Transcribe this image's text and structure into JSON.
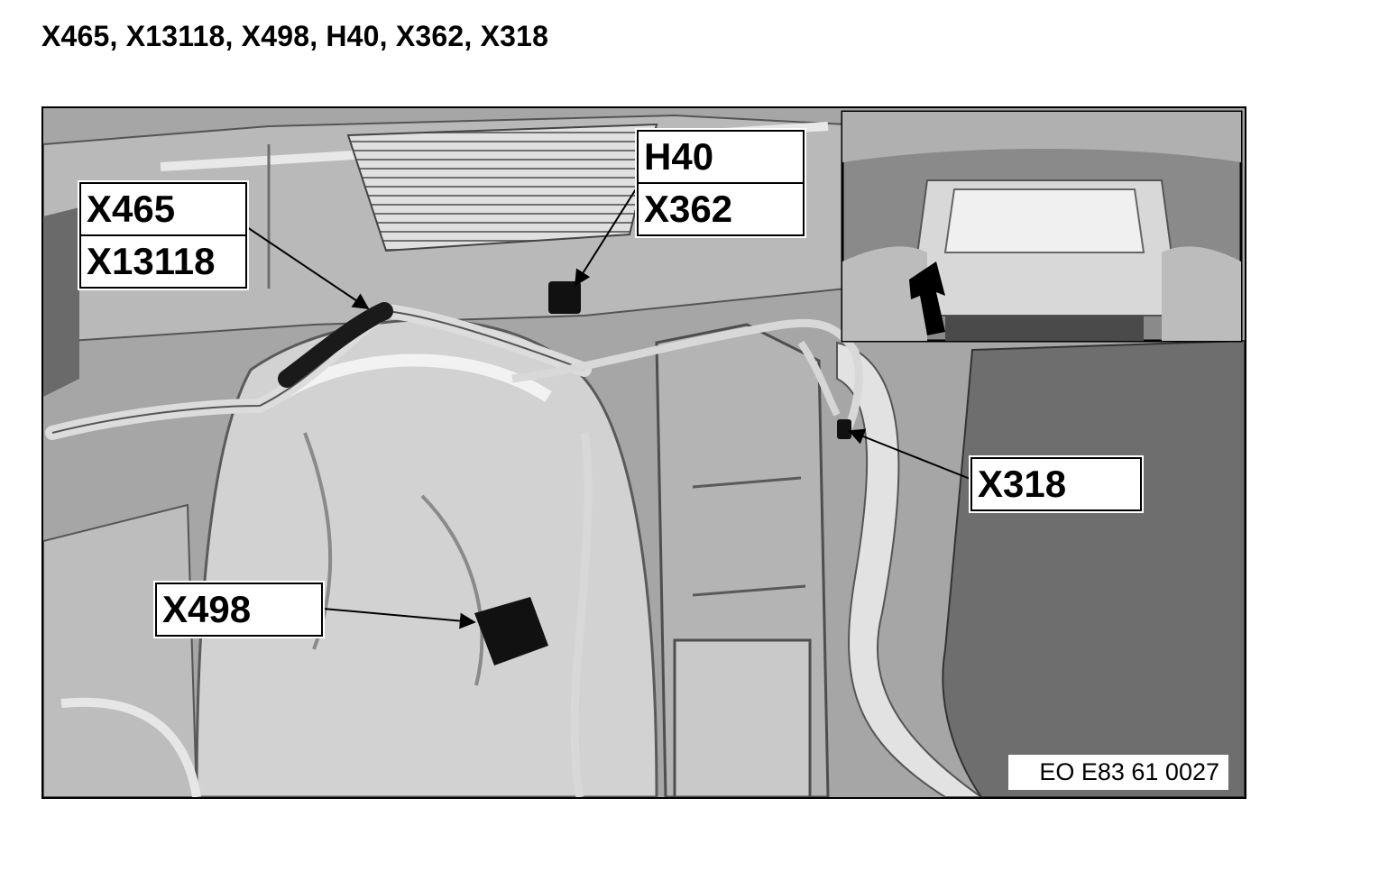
{
  "title": "X465, X13118, X498, H40, X362, X318",
  "callouts": {
    "group_left": [
      "X465",
      "X13118"
    ],
    "group_top": [
      "H40",
      "X362"
    ],
    "x318": "X318",
    "x498": "X498"
  },
  "figure_code": "EO E83 61 0027",
  "colors": {
    "panel_gray": "#a8a8a8",
    "highlight_gray": "#d6d6d6",
    "dark_trim": "#6f6f6f",
    "connector_black": "#111111",
    "callout_bg": "#ffffff"
  },
  "icons": {
    "inset_arrow": "arrow-up-left-icon"
  }
}
